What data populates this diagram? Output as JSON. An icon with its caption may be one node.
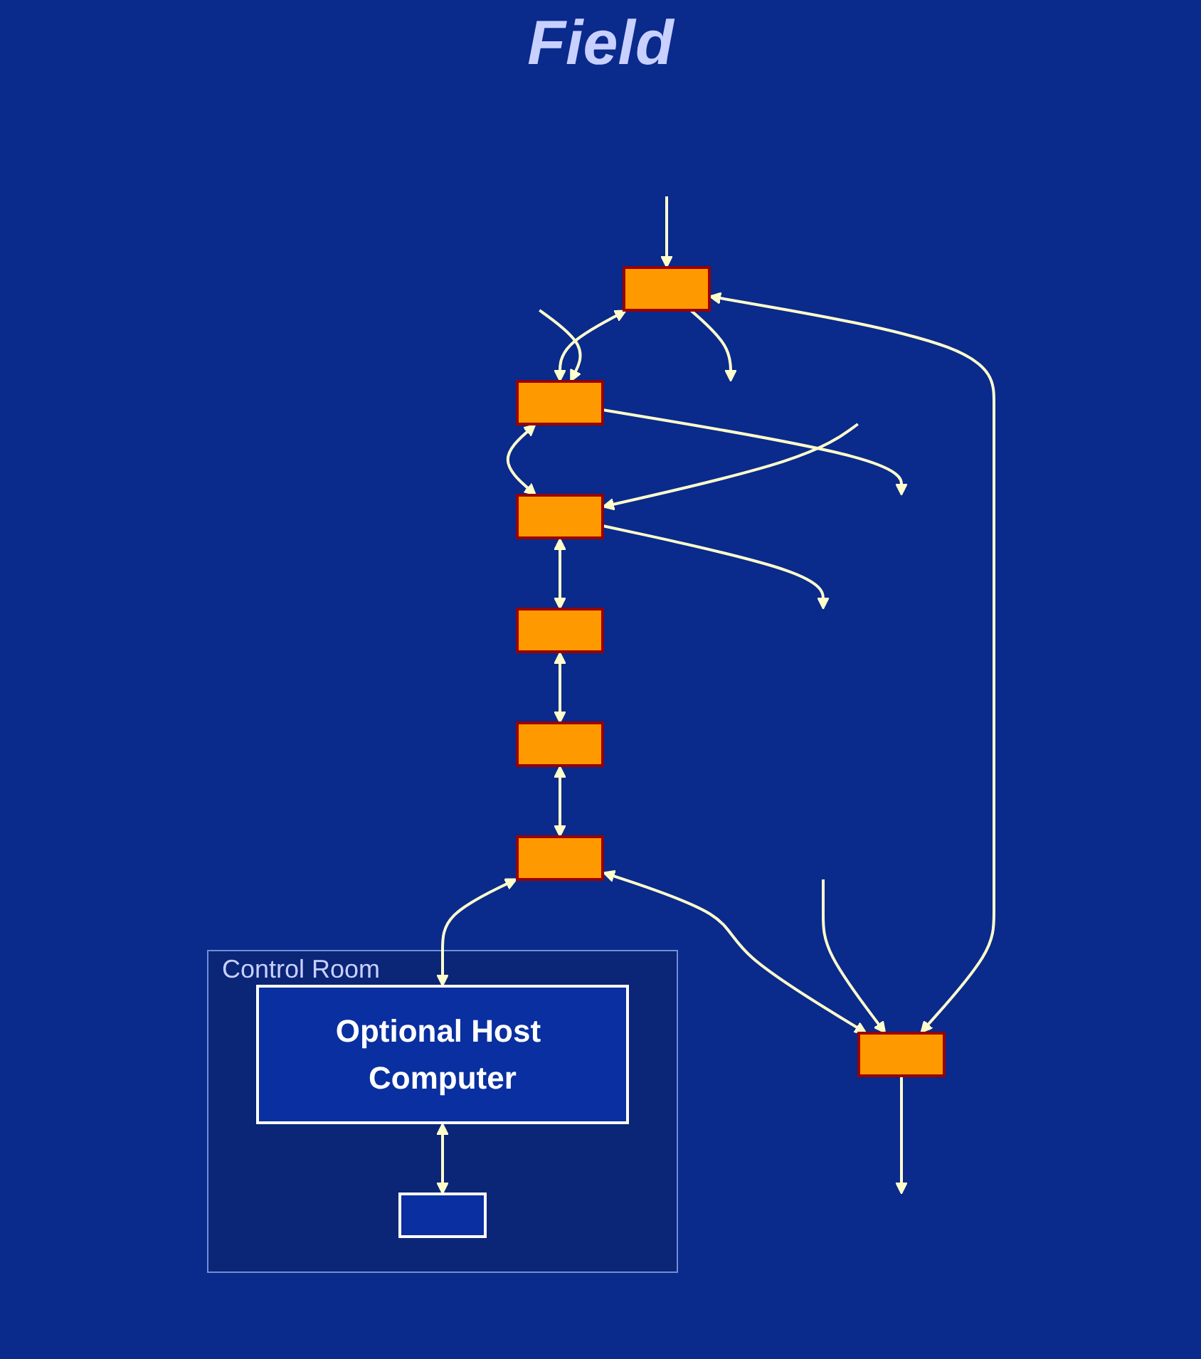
{
  "diagram": {
    "nodes": [
      {
        "text": [],
        "shape": "box"
      },
      {
        "text": [],
        "shape": "box"
      },
      {
        "text": [],
        "shape": "box"
      },
      {
        "text": [],
        "shape": "box"
      },
      {
        "text": [],
        "shape": "box"
      },
      {
        "text": [],
        "shape": "box"
      },
      {
        "text": [],
        "shape": "box"
      },
      {
        "text": [
          "Control Room"
        ]
      },
      {
        "text": [
          "Optional Host Computer"
        ],
        "in": 7
      },
      {
        "text": [],
        "shape": "box",
        "in": 7
      }
    ],
    "edges": [
      {
        "from": 2,
        "to": 0,
        "arrow": "both"
      },
      {
        "from": 0,
        "to": 1,
        "arrow": "both"
      },
      {
        "from": 1,
        "to": 3,
        "arrow": "both"
      },
      {
        "from": 3,
        "to": 5,
        "arrow": "both"
      },
      {
        "from": 5,
        "to": 6,
        "arrow": "both"
      },
      {
        "from": 6,
        "to": 4,
        "arrow": "both"
      },
      {
        "from": 4,
        "to": 2,
        "arrow": "both"
      },
      {
        "from": 4,
        "to": 8,
        "arrow": "both"
      },
      {
        "from": 8,
        "to": 9,
        "arrow": "both"
      },
      {
        "from": null,
        "to": 2,
        "arrow": "to"
      },
      {
        "from": 2,
        "to": null,
        "arrow": "to"
      },
      {
        "from": 0,
        "to": null,
        "arrow": "to"
      },
      {
        "from": null,
        "to": 0,
        "arrow": "to"
      },
      {
        "from": 1,
        "to": null,
        "arrow": "to"
      },
      {
        "from": null,
        "to": 1,
        "arrow": "to"
      },
      {
        "from": null,
        "to": 3,
        "arrow": "to"
      },
      {
        "from": 3,
        "to": null,
        "arrow": "to"
      }
    ],
    "labels": [
      "Field"
    ]
  }
}
